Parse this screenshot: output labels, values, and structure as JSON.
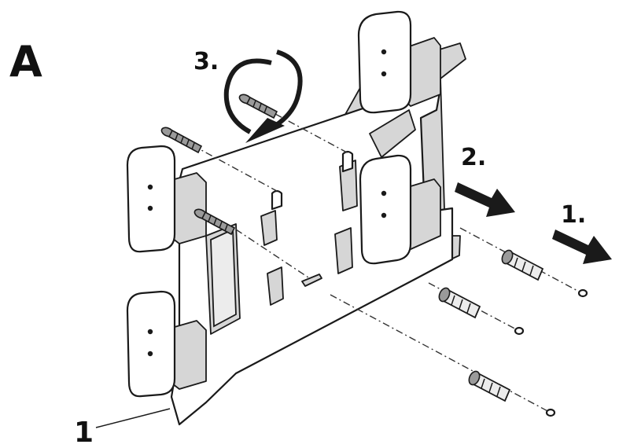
{
  "figure": {
    "panel_letter": "A",
    "steps": [
      {
        "label": "1."
      },
      {
        "label": "2."
      },
      {
        "label": "3."
      }
    ],
    "callouts": [
      {
        "label": "1"
      }
    ]
  },
  "colors": {
    "ink": "#1a1a1a",
    "fill": "#ffffff",
    "shading": "#d6d6d6"
  }
}
